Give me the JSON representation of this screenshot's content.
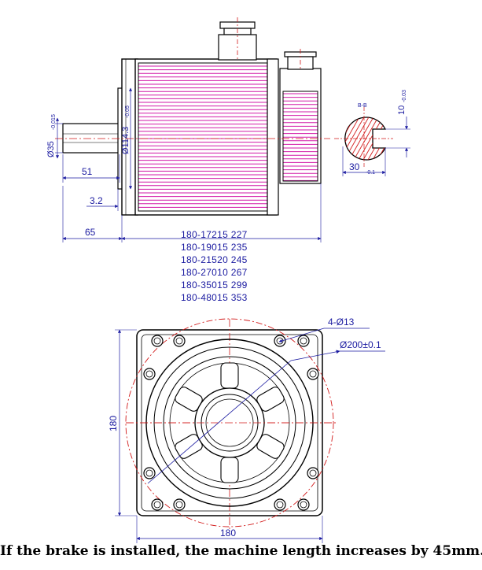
{
  "side_view": {
    "shaft_diameter_label": "Ø35",
    "shaft_diameter_tol": "-0.015",
    "pilot_diameter_label": "Ø114.3",
    "pilot_diameter_tol": "-0.05",
    "shaft_length_label": "51",
    "flange_offset_label": "3.2",
    "flange_length_label": "65",
    "keyway_depth_label": "10",
    "keyway_depth_tol": "-0.03",
    "key_height_label": "30",
    "key_height_tol": "-0.1",
    "section_label": "B-B",
    "model_lengths": [
      {
        "model": "180-17215",
        "length": "227"
      },
      {
        "model": "180-19015",
        "length": "235"
      },
      {
        "model": "180-21520",
        "length": "245"
      },
      {
        "model": "180-27010",
        "length": "267"
      },
      {
        "model": "180-35015",
        "length": "299"
      },
      {
        "model": "180-48015",
        "length": "353"
      }
    ]
  },
  "front_view": {
    "holes_label": "4-Ø13",
    "pcd_label": "Ø200±0.1",
    "height_label": "180",
    "width_label": "180"
  },
  "footnote": "If the brake is installed, the machine length increases by 45mm."
}
